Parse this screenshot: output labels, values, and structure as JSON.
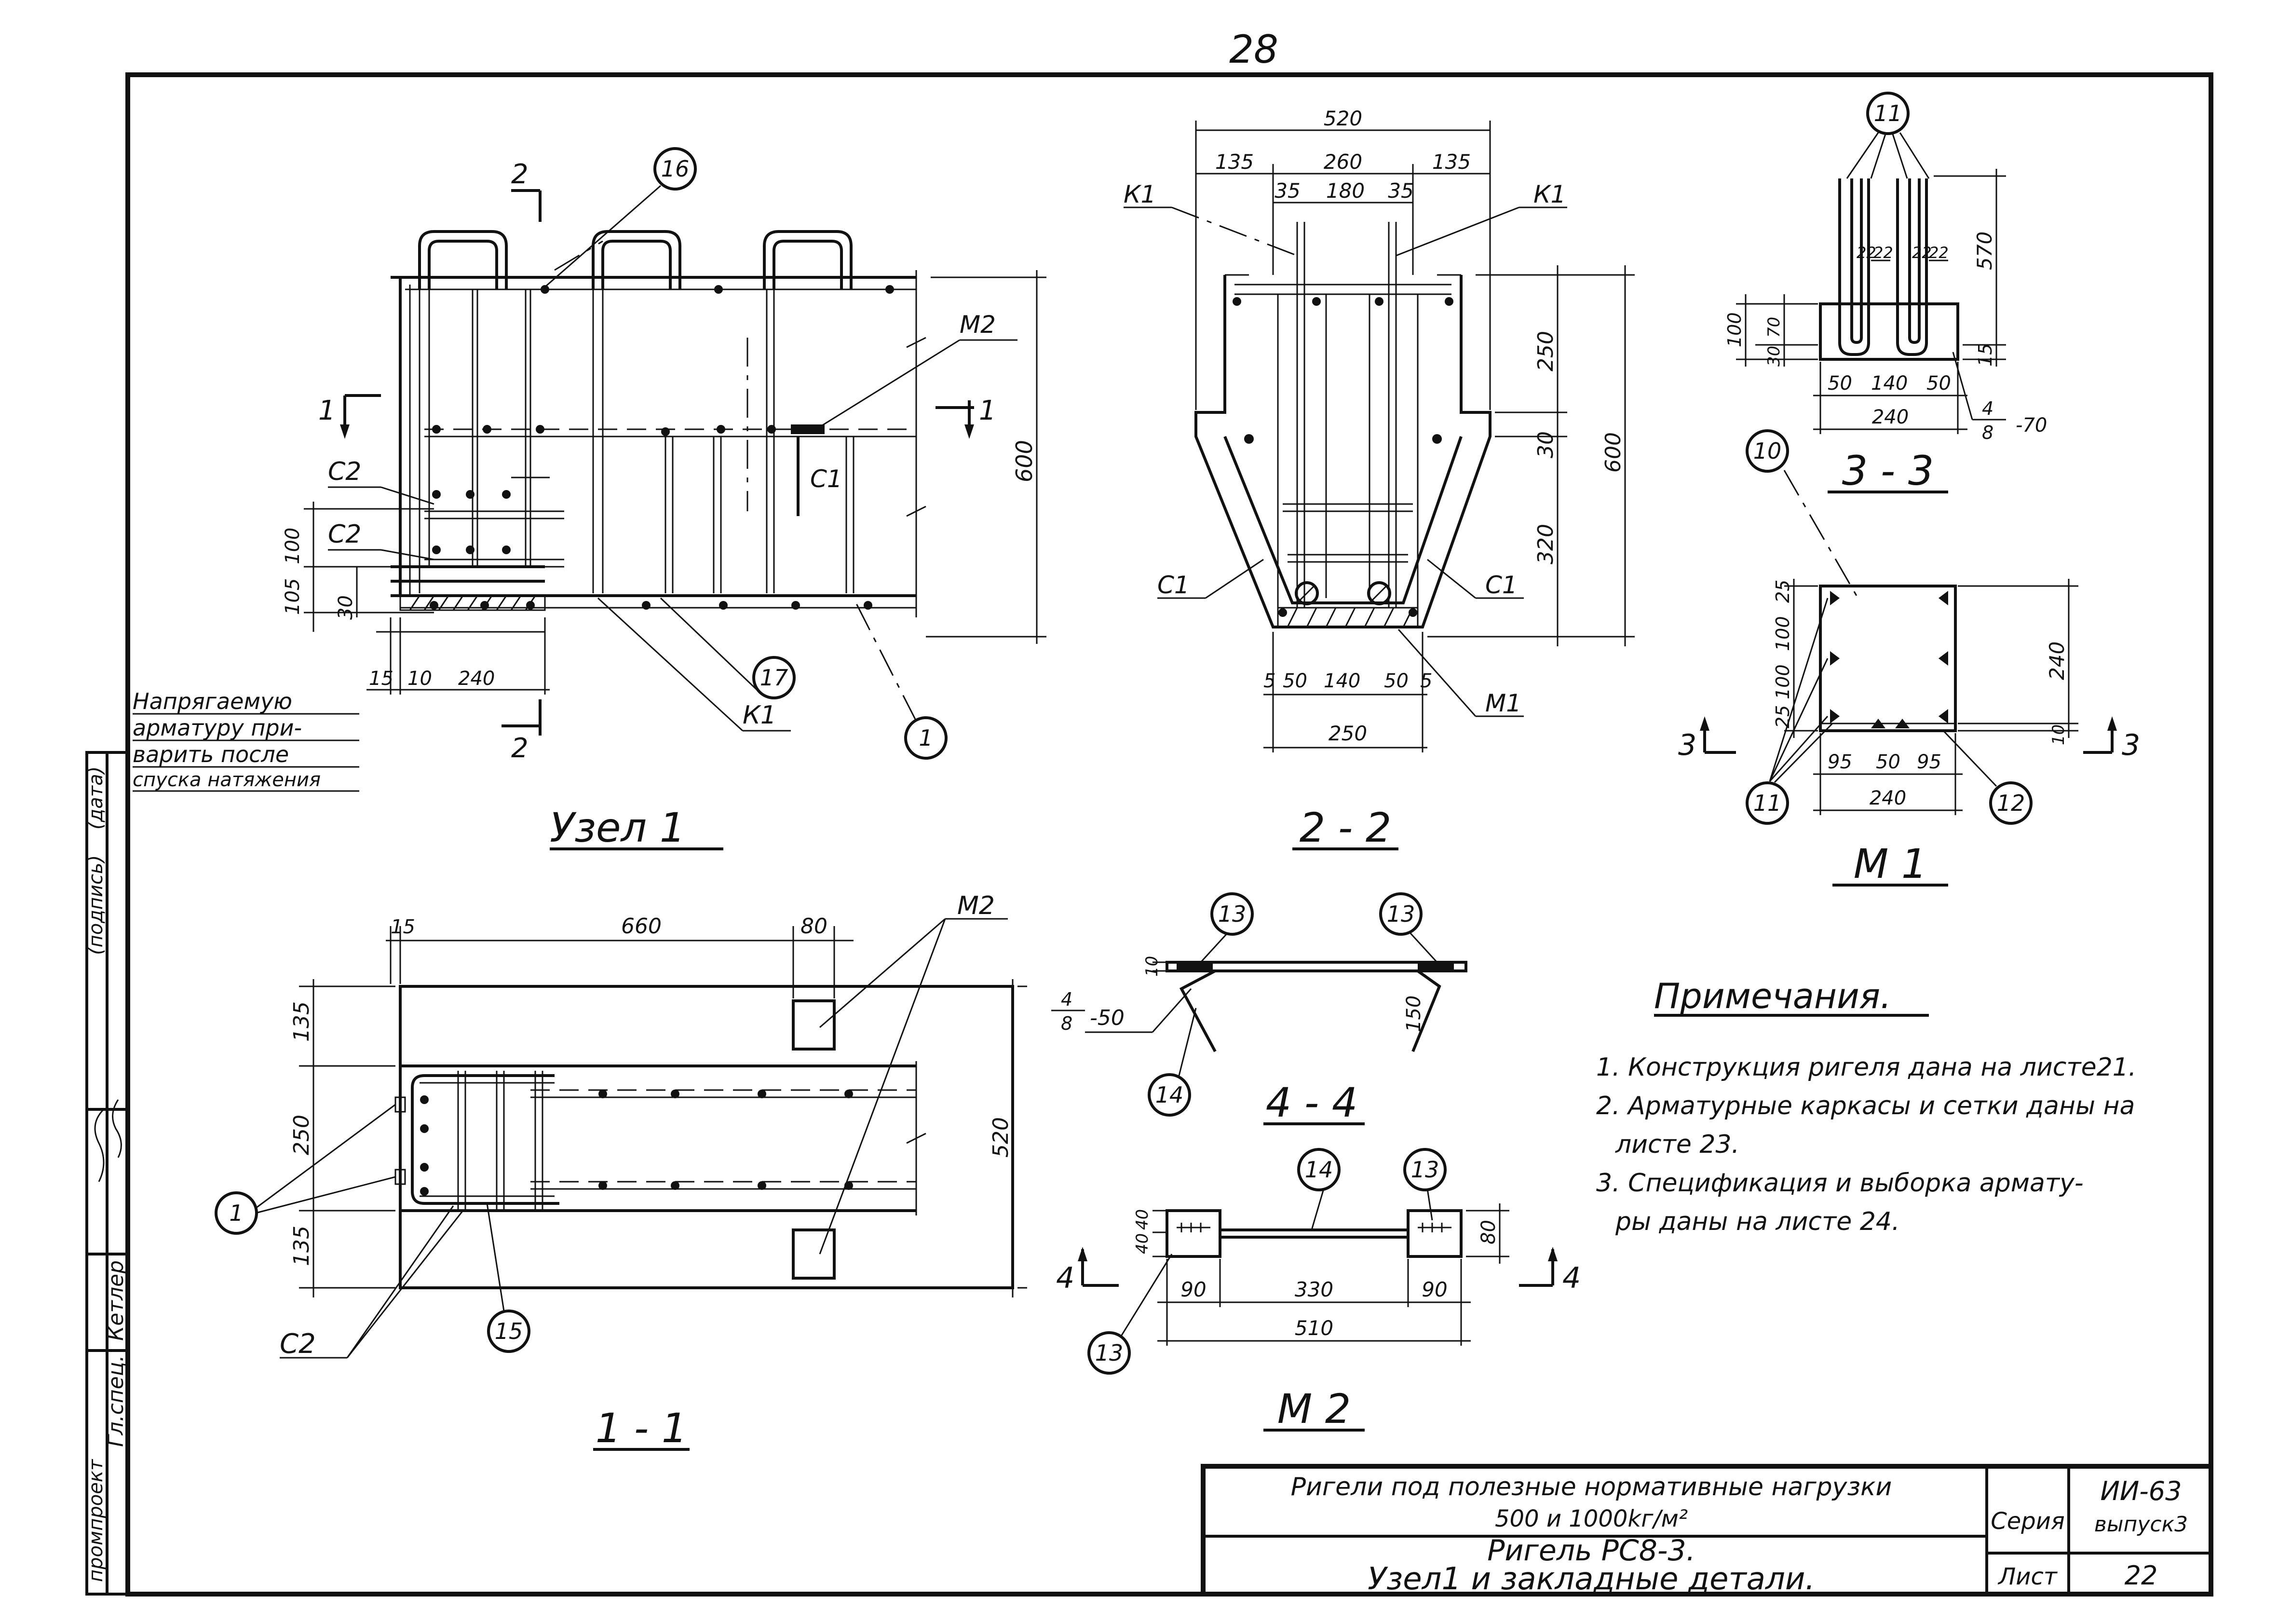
{
  "page_number": "28",
  "views": {
    "uzel1": {
      "title": "Узел 1",
      "cut_marks": {
        "s2_top": "2",
        "s2_bot": "2",
        "s1_left": "1",
        "s1_right": "1"
      },
      "labels": {
        "m2": "М2",
        "c1": "С1",
        "c2a": "С2",
        "c2b": "С2",
        "k1": "К1"
      },
      "callouts": {
        "c16": "16",
        "c17": "17",
        "c1": "1"
      },
      "dims": {
        "h600": "600",
        "d100": "100",
        "d105": "105",
        "d30": "30",
        "d15": "15",
        "d10": "10",
        "d240": "240"
      },
      "note": [
        "Напрягаемую",
        "арматуру при-",
        "варить после",
        "спуска натяжения"
      ]
    },
    "sec22": {
      "title": "2 - 2",
      "labels": {
        "k1l": "К1",
        "k1r": "К1",
        "c1l": "С1",
        "c1r": "С1",
        "m1": "М1"
      },
      "dims": {
        "w520": "520",
        "w135a": "135",
        "w260": "260",
        "w135b": "135",
        "w35a": "35",
        "w180": "180",
        "w35b": "35",
        "h250": "250",
        "h30": "30",
        "h600": "600",
        "h320": "320",
        "b5a": "5",
        "b50a": "50",
        "b140": "140",
        "b50b": "50",
        "b5b": "5",
        "b250": "250"
      }
    },
    "sec33": {
      "title": "3 - 3",
      "callout": "11",
      "dims": {
        "h570": "570",
        "h100": "100",
        "h30": "30",
        "h70": "70",
        "h15": "15",
        "g22a": "22",
        "g22b": "22",
        "g22c": "22",
        "g22d": "22",
        "b50a": "50",
        "b140": "140",
        "b50b": "50",
        "b240": "240"
      },
      "weld": {
        "num": "4",
        "den": "8",
        "len": "-70"
      }
    },
    "m1": {
      "title": "М 1",
      "callouts": {
        "c10": "10",
        "c11": "11",
        "c12": "12"
      },
      "cut": {
        "left": "3",
        "right": "3"
      },
      "dims": {
        "v25a": "25",
        "v100a": "100",
        "v100b": "100",
        "v25b": "25",
        "h240": "240",
        "h10": "10",
        "b95a": "95",
        "b50": "50",
        "b95b": "95",
        "b240": "240"
      }
    },
    "sec11": {
      "title": "1 - 1",
      "labels": {
        "m2": "М2",
        "c2": "С2"
      },
      "callouts": {
        "c1": "1",
        "c15": "15"
      },
      "dims": {
        "t15": "15",
        "t660": "660",
        "t80": "80",
        "v135a": "135",
        "v250": "250",
        "v135b": "135",
        "v520": "520"
      }
    },
    "sec44": {
      "title": "4 - 4",
      "callouts": {
        "c13a": "13",
        "c13b": "13",
        "c14": "14"
      },
      "dims": {
        "d10": "10",
        "d150": "150"
      },
      "weld": {
        "num": "4",
        "den": "8",
        "len": "-50"
      }
    },
    "m2": {
      "title": "М 2",
      "callouts": {
        "c14": "14",
        "c13a": "13",
        "c13b": "13"
      },
      "cut": {
        "left": "4",
        "right": "4"
      },
      "dims": {
        "v40a": "40",
        "v40b": "40",
        "v80": "80",
        "b90a": "90",
        "b330": "330",
        "b90b": "90",
        "b510": "510"
      }
    }
  },
  "notes": {
    "title": "Примечания.",
    "items": [
      "1. Конструкция ригеля дана на листе21.",
      "2. Арматурные каркасы и сетки даны на",
      "листе 23.",
      "3. Спецификация и выборка армату-",
      "ры даны на листе 24."
    ]
  },
  "title_block": {
    "line1": "Ригели под полезные нормативные нагрузки",
    "line2": "500 и 1000kг/м²",
    "line3": "Ригель РС8-3.",
    "line4": "Узел1 и закладные детали.",
    "seria_label": "Серия",
    "seria_value": "ИИ-63",
    "vypusk": "выпуск3",
    "list_label": "Лист",
    "list_value": "22"
  },
  "side_stamp": {
    "texts": [
      "Гл.спец.",
      "Кетлер",
      "промпроект",
      "(подпись)",
      "(дата)"
    ]
  }
}
